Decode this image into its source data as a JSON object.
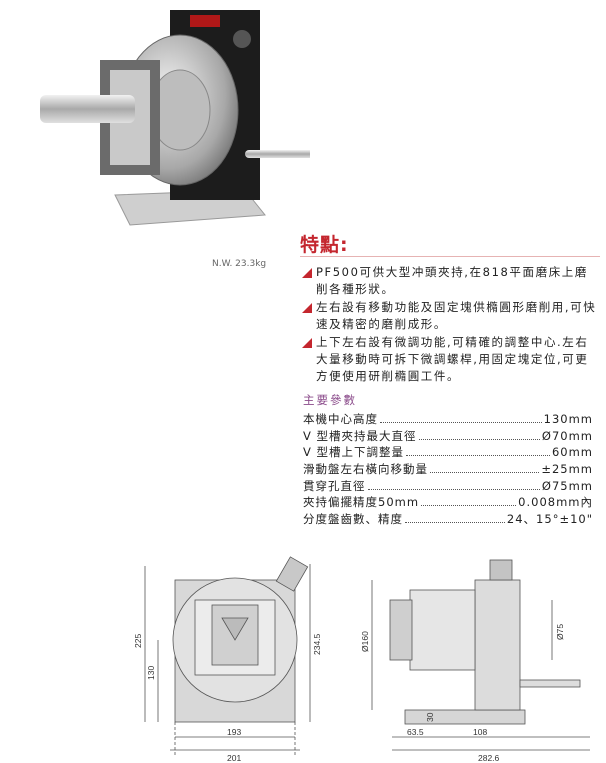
{
  "product": {
    "net_weight": "N.W. 23.3kg"
  },
  "features": {
    "title": "特點:",
    "items": [
      "PF500可供大型冲頭夾持,在818平面磨床上磨削各種形狀。",
      "左右設有移動功能及固定塊供橢圓形磨削用,可快速及精密的磨削成形。",
      "上下左右設有微調功能,可精確的調整中心.左右大量移動時可拆下微調螺桿,用固定塊定位,可更方便使用研削橢圓工件。"
    ]
  },
  "params": {
    "title": "主要參數",
    "rows": [
      {
        "label": "本機中心高度",
        "value": "130mm"
      },
      {
        "label": "V 型槽夾持最大直徑",
        "value": "Ø70mm"
      },
      {
        "label": "V 型槽上下調整量",
        "value": "60mm"
      },
      {
        "label": "滑動盤左右橫向移動量",
        "value": "±25mm"
      },
      {
        "label": "貫穿孔直徑",
        "value": "Ø75mm"
      },
      {
        "label": "夾持偏擺精度50mm",
        "value": "0.008mm內"
      },
      {
        "label": "分度盤齒數、精度",
        "value": "24、15°±10\""
      }
    ]
  },
  "drawing_front": {
    "dims": [
      "225",
      "130",
      "234.5",
      "193",
      "201"
    ]
  },
  "drawing_side": {
    "dims": [
      "Ø160",
      "Ø75",
      "30",
      "63.5",
      "108",
      "282.6"
    ]
  },
  "colors": {
    "accent": "#c4262e",
    "params_title": "#8a4a8a"
  }
}
